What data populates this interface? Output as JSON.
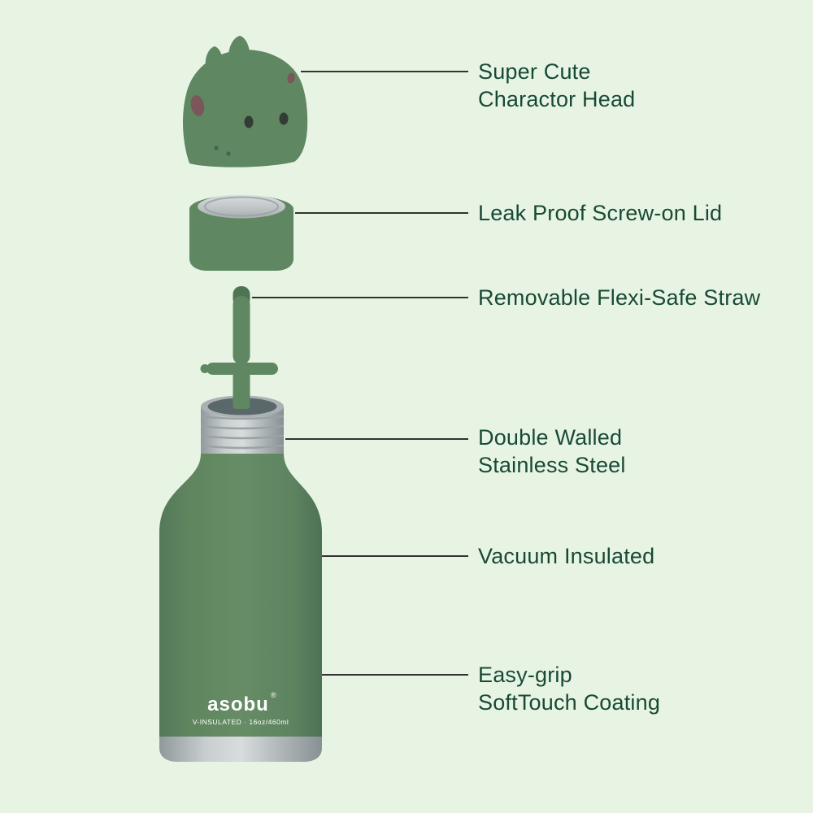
{
  "title": "Exploded-view product diagram of character water bottle",
  "colors": {
    "background": "#e8f4e3",
    "bottle_green": "#5f8761",
    "straw_tip_green": "#4e7455",
    "text_green": "#174a36",
    "leader_line": "#333333",
    "steel_light": "#d8dcdd",
    "steel_dark": "#8f999b",
    "spot_maroon": "#7b565a",
    "eye_dark": "#333b35",
    "logo_white": "#ffffff"
  },
  "callouts": [
    {
      "lines": [
        "Super Cute",
        "Charactor Head"
      ]
    },
    {
      "lines": [
        "Leak Proof Screw-on Lid"
      ]
    },
    {
      "lines": [
        "Removable Flexi-Safe Straw"
      ]
    },
    {
      "lines": [
        "Double Walled",
        "Stainless Steel"
      ]
    },
    {
      "lines": [
        "Vacuum Insulated"
      ]
    },
    {
      "lines": [
        "Easy-grip",
        "SoftTouch Coating"
      ]
    }
  ],
  "bottle": {
    "brand": "asobu",
    "brand_mark": "®",
    "tagline": "V-INSULATED · 16oz/460ml"
  }
}
